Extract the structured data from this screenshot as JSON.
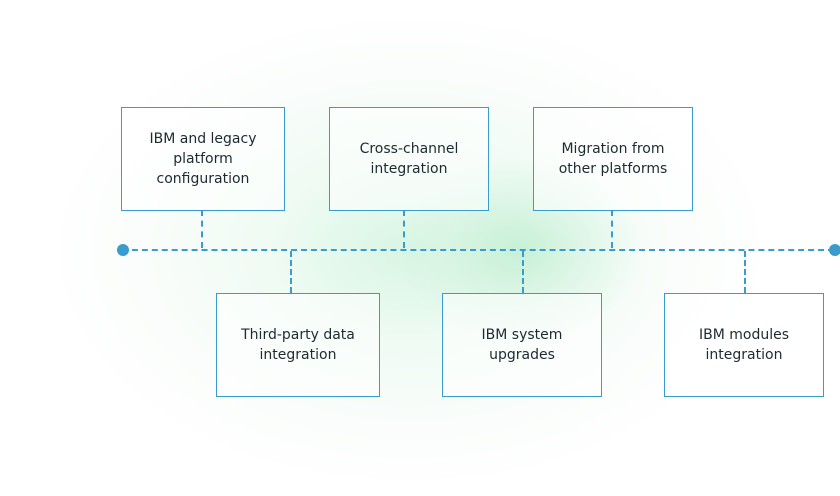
{
  "colors": {
    "accent": "#3a9ccc",
    "text": "#1e2a30",
    "glow": "#d6f5e2"
  },
  "diagram": {
    "type": "timeline",
    "top_items": [
      {
        "label": "IBM and legacy\nplatform\nconfiguration"
      },
      {
        "label": "Cross-channel\nintegration"
      },
      {
        "label": "Migration from\nother platforms"
      }
    ],
    "bottom_items": [
      {
        "label": "Third-party data\nintegration"
      },
      {
        "label": "IBM system\nupgrades"
      },
      {
        "label": "IBM modules\nintegration"
      }
    ]
  }
}
